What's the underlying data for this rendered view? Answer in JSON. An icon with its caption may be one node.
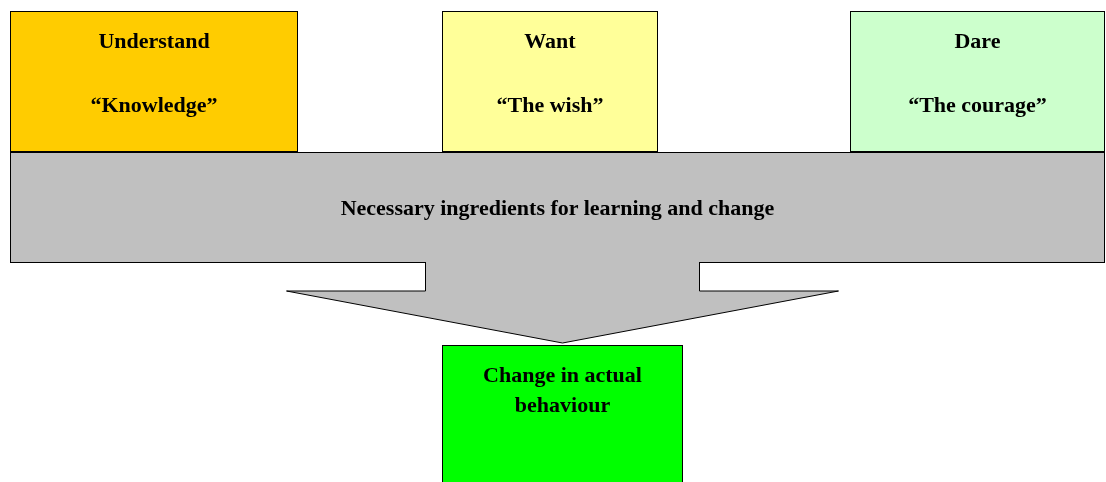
{
  "diagram": {
    "nodes": [
      {
        "text": [
          "Understand",
          "“Knowledge”"
        ]
      },
      {
        "text": [
          "Want",
          "“The wish”"
        ]
      },
      {
        "text": [
          "Dare",
          "“The courage”"
        ]
      },
      {
        "text": [
          "Necessary ingredients for learning and change"
        ]
      },
      {
        "text": [
          "Change in actual behaviour"
        ]
      }
    ],
    "edges": [
      {
        "from": 3,
        "to": 4,
        "arrow": "to"
      }
    ]
  }
}
